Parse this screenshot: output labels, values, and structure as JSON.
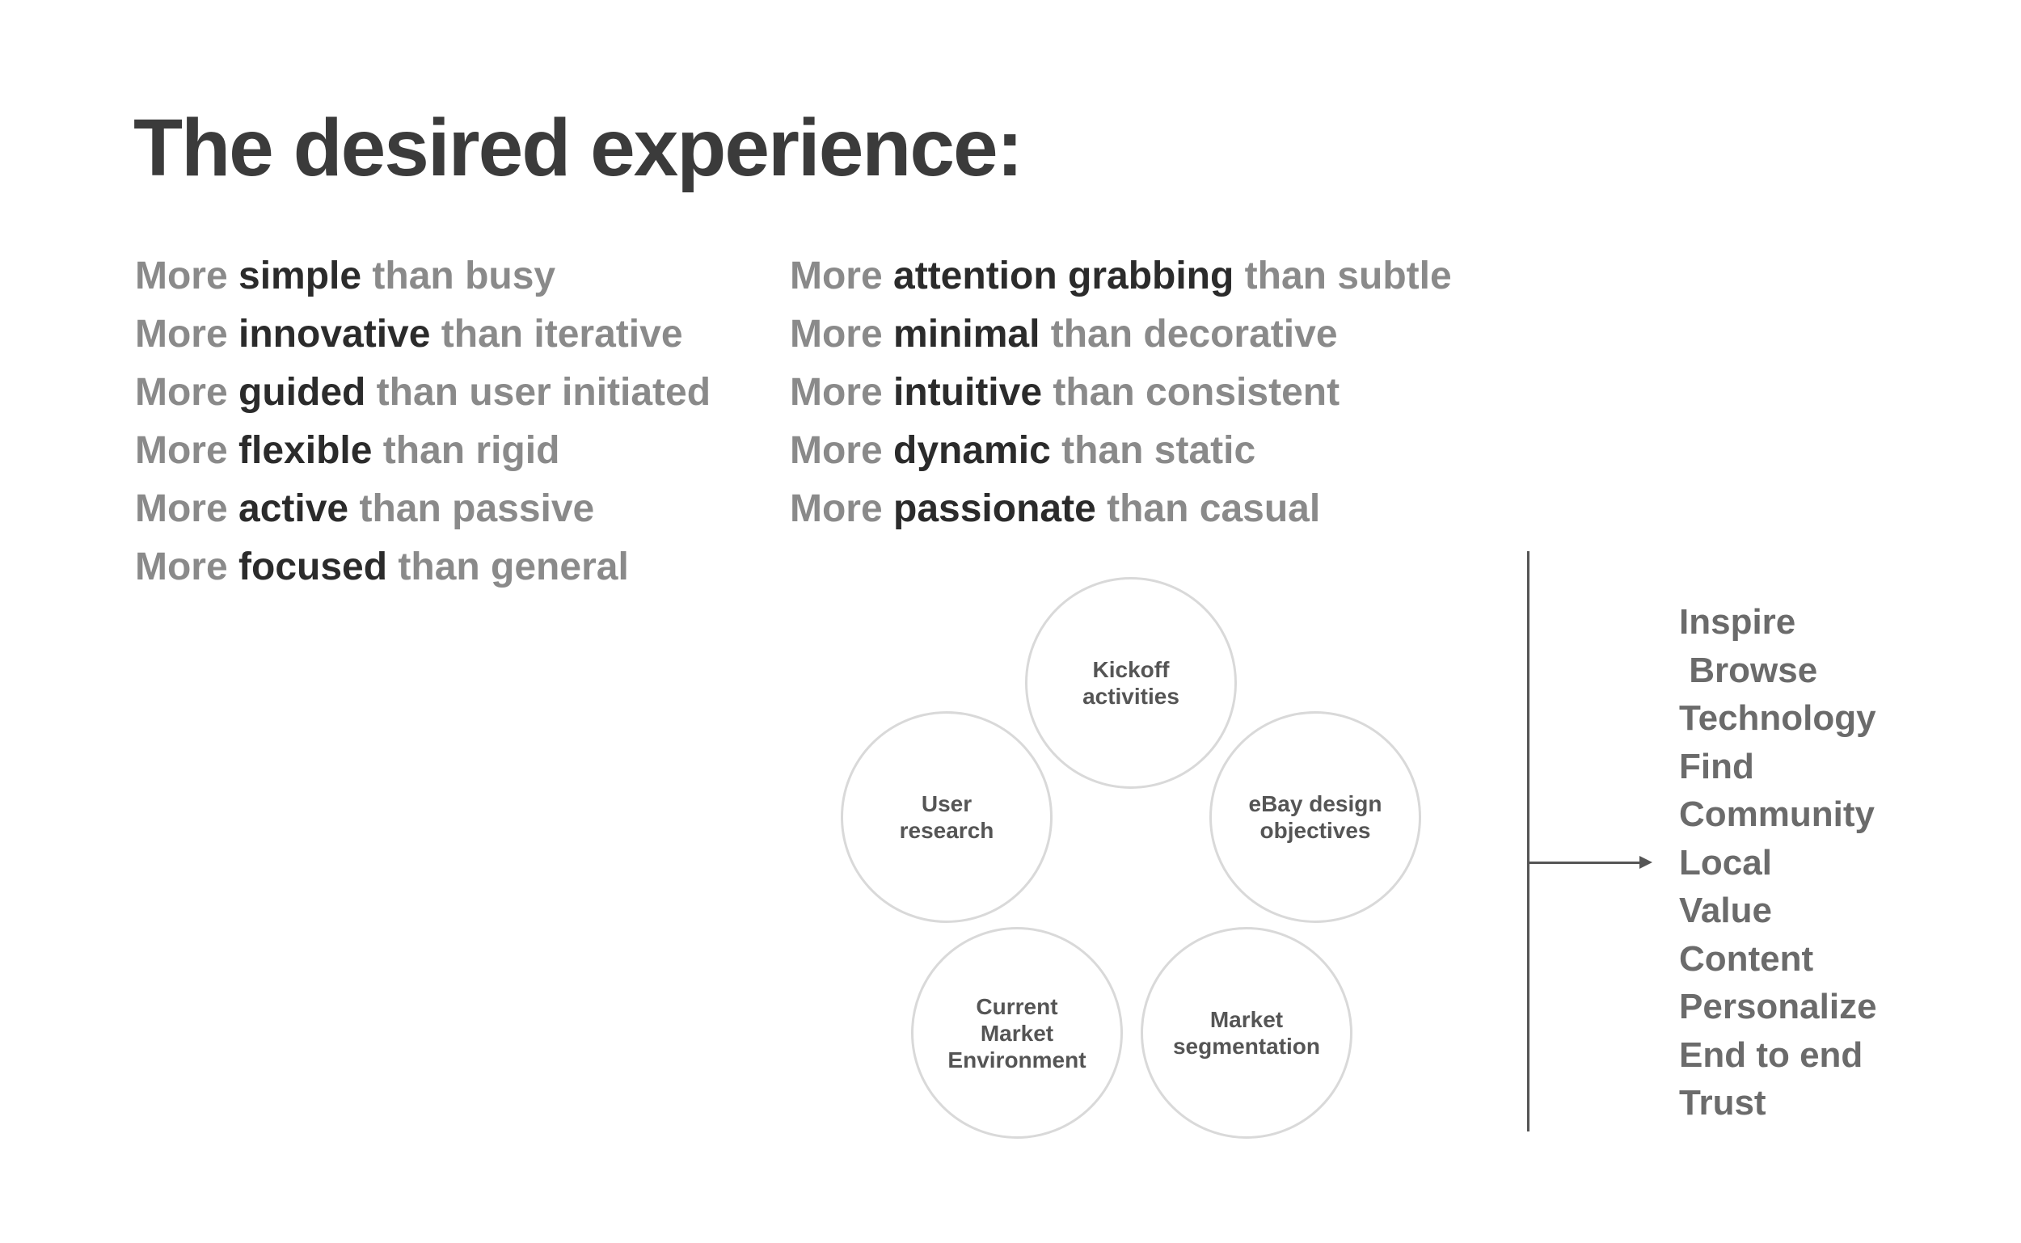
{
  "title": "The desired experience:",
  "left_column": [
    {
      "prefix": "More ",
      "strong": "simple",
      "suffix": " than busy"
    },
    {
      "prefix": "More ",
      "strong": "innovative",
      "suffix": " than iterative"
    },
    {
      "prefix": "More ",
      "strong": "guided",
      "suffix": " than user initiated"
    },
    {
      "prefix": "More ",
      "strong": "flexible",
      "suffix": " than rigid"
    },
    {
      "prefix": "More ",
      "strong": "active",
      "suffix": " than passive"
    },
    {
      "prefix": "More ",
      "strong": "focused",
      "suffix": " than general"
    }
  ],
  "right_column": [
    {
      "prefix": "More ",
      "strong": "attention grabbing",
      "suffix": " than subtle"
    },
    {
      "prefix": "More ",
      "strong": "minimal",
      "suffix": " than decorative"
    },
    {
      "prefix": "More ",
      "strong": "intuitive",
      "suffix": " than consistent"
    },
    {
      "prefix": "More ",
      "strong": "dynamic",
      "suffix": " than static"
    },
    {
      "prefix": "More ",
      "strong": "passionate",
      "suffix": " than casual"
    }
  ],
  "circles": [
    {
      "lines": [
        "Kickoff",
        "activities"
      ]
    },
    {
      "lines": [
        "User",
        "research"
      ]
    },
    {
      "lines": [
        "eBay design",
        "objectives"
      ]
    },
    {
      "lines": [
        "Current",
        "Market",
        "Environment"
      ]
    },
    {
      "lines": [
        "Market",
        "segmentation"
      ]
    }
  ],
  "keywords": [
    "Inspire",
    " Browse",
    "Technology",
    "Find",
    "Community",
    "Local",
    "Value",
    "Content",
    "Personalize",
    "End to end",
    "Trust"
  ],
  "colors": {
    "title": "#3b3b3b",
    "muted_text": "#8a8a8a",
    "strong_text": "#2b2b2b",
    "circle_border": "#d9d9d9",
    "line": "#555555"
  }
}
